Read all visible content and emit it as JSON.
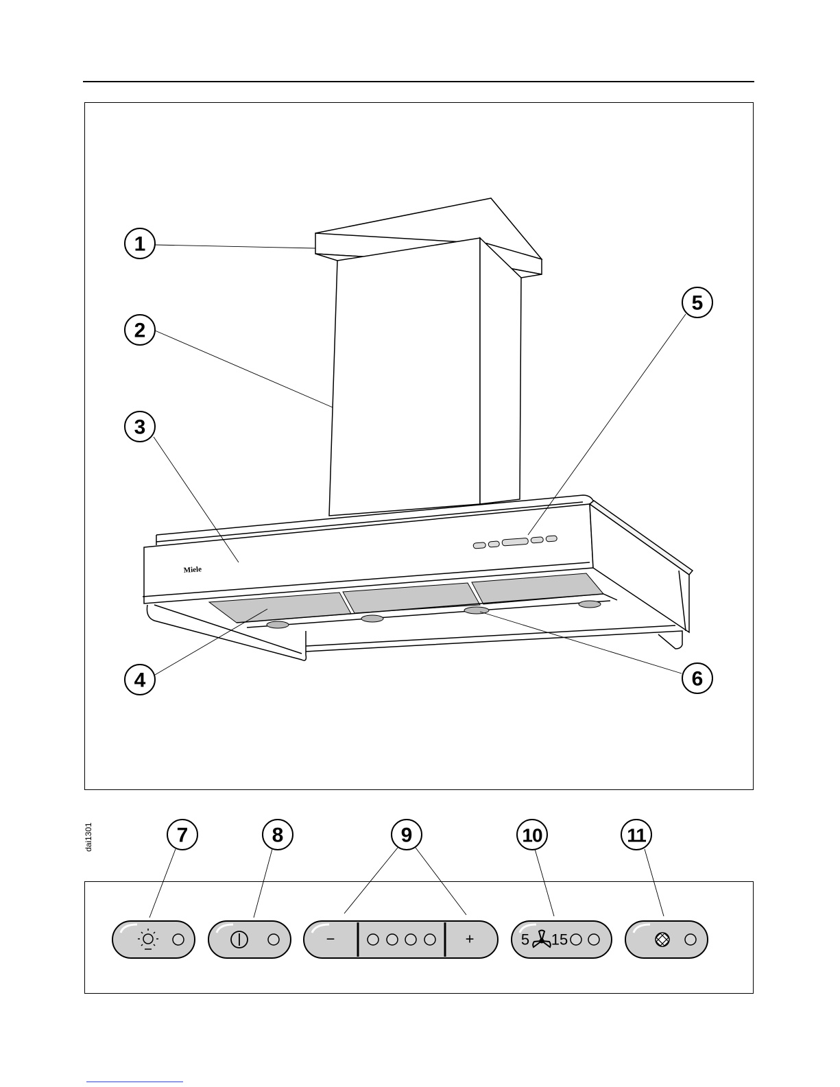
{
  "document": {
    "figure_code": "dai1301",
    "brand_label": "Miele"
  },
  "callouts": [
    "1",
    "2",
    "3",
    "4",
    "5",
    "6",
    "7",
    "8",
    "9",
    "10",
    "11"
  ],
  "control_panel": {
    "fan_timer_low": "5",
    "fan_timer_high": "15",
    "minus_symbol": "−",
    "plus_symbol": "+"
  }
}
